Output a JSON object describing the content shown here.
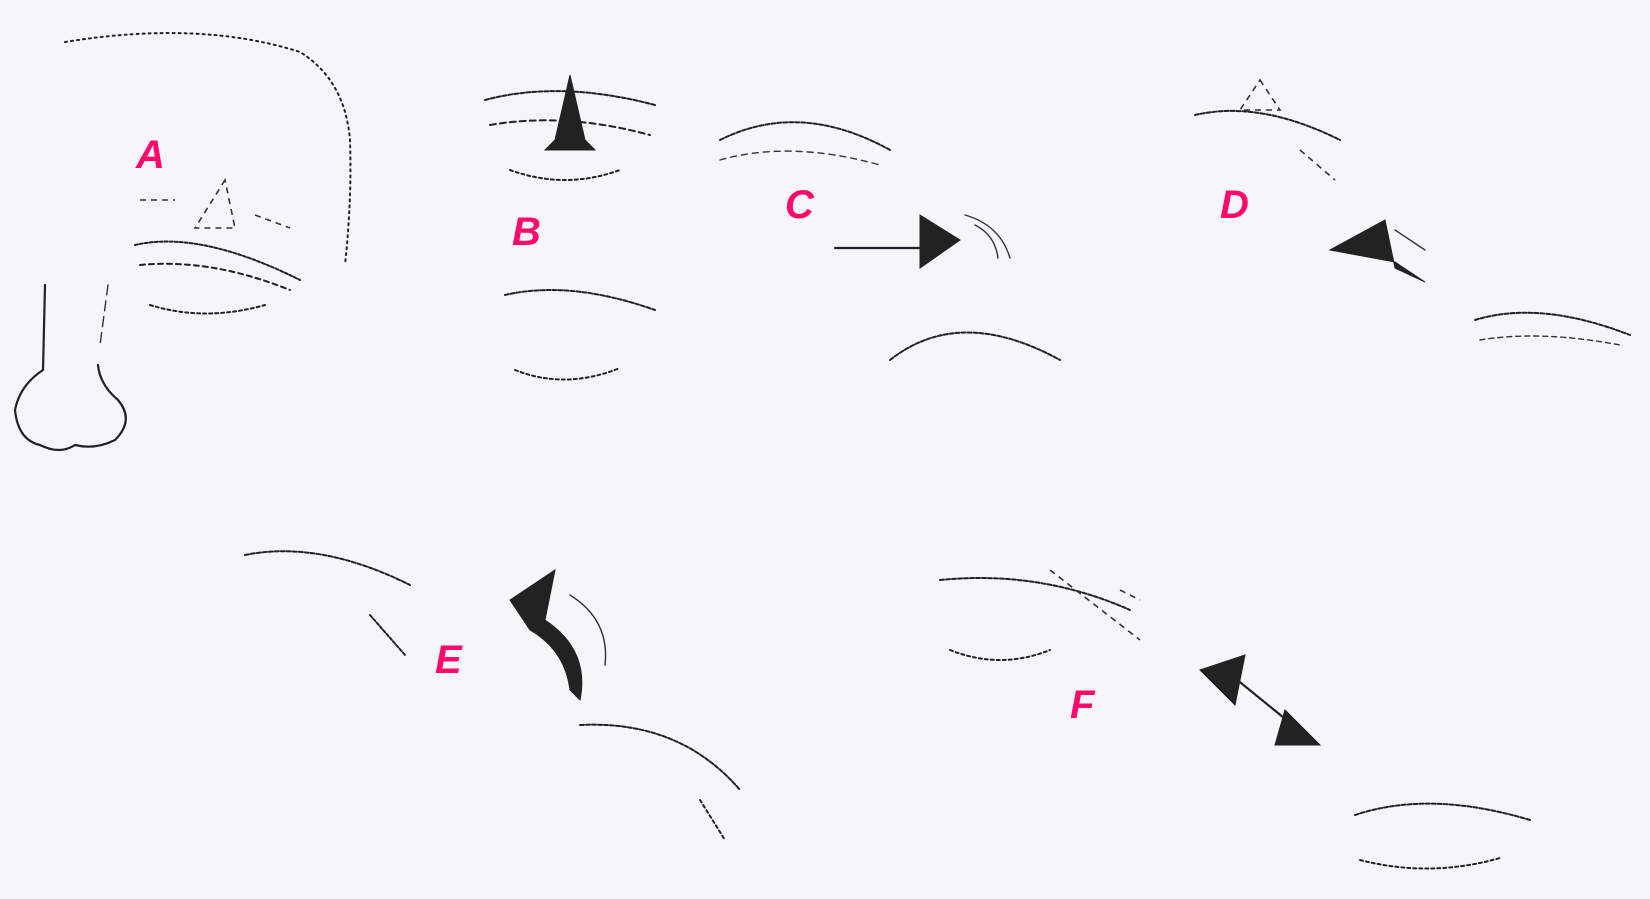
{
  "labels": {
    "a": "A",
    "b": "B",
    "c": "C",
    "d": "D",
    "e": "E",
    "f": "F"
  },
  "colors": {
    "label": "#ff0a6c",
    "ink": "#222222",
    "background": "#f5f5fa"
  },
  "icons": {
    "panel_b": "arrow-up-icon",
    "panel_c": "arrow-right-icon",
    "panel_d": "arrow-down-icon",
    "panel_e": "curved-arrow-icon",
    "panel_f": "arrow-down-right-icon"
  }
}
